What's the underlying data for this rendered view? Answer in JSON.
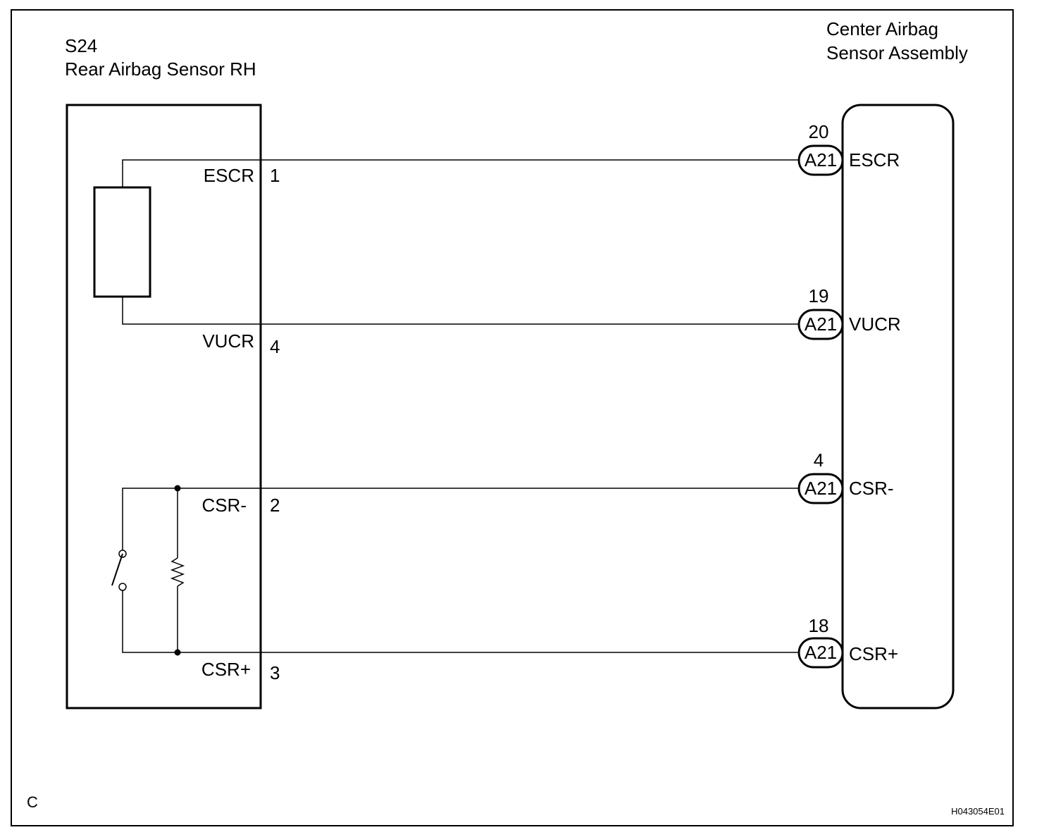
{
  "left_component": {
    "code": "S24",
    "name": "Rear Airbag Sensor RH",
    "pins": [
      {
        "label": "ESCR",
        "number": "1"
      },
      {
        "label": "VUCR",
        "number": "4"
      },
      {
        "label": "CSR-",
        "number": "2"
      },
      {
        "label": "CSR+",
        "number": "3"
      }
    ]
  },
  "right_component": {
    "name_line1": "Center Airbag",
    "name_line2": "Sensor Assembly",
    "pins": [
      {
        "connector": "A21",
        "number": "20",
        "label": "ESCR"
      },
      {
        "connector": "A21",
        "number": "19",
        "label": "VUCR"
      },
      {
        "connector": "A21",
        "number": "4",
        "label": "CSR-"
      },
      {
        "connector": "A21",
        "number": "18",
        "label": "CSR+"
      }
    ]
  },
  "corner_letter": "C",
  "figure_code": "H043054E01",
  "colors": {
    "line": "#000000",
    "background": "#ffffff"
  }
}
